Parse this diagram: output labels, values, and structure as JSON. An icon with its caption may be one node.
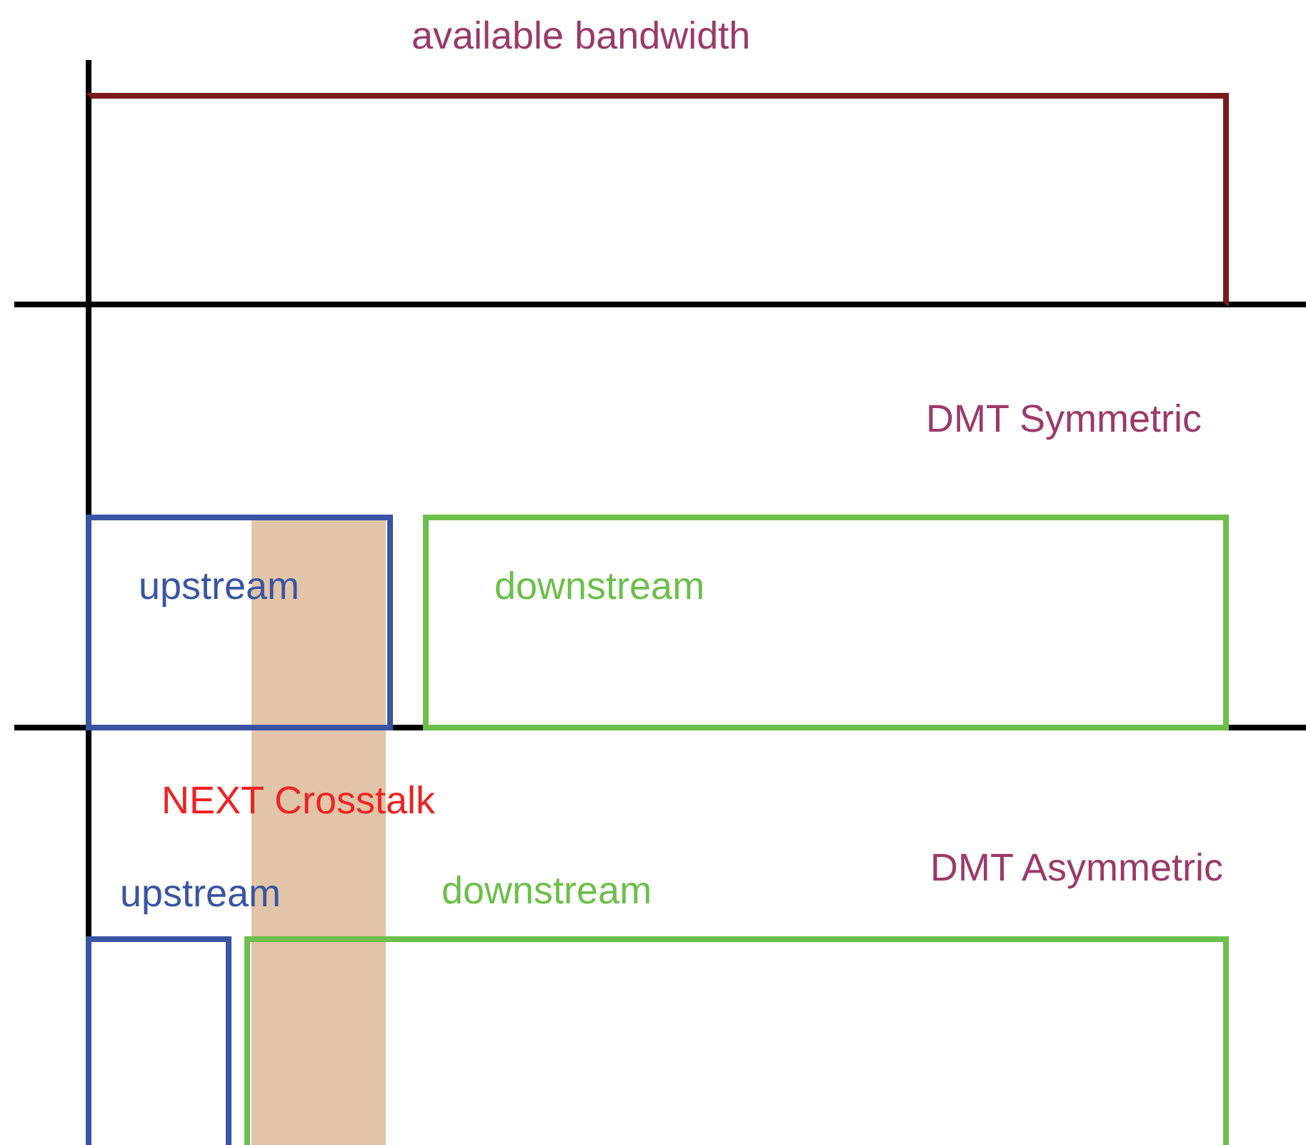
{
  "diagram": {
    "nodes": [
      {
        "text": [
          "available bandwidth"
        ]
      },
      {
        "text": [
          "upstream"
        ]
      },
      {
        "text": [
          "downstream"
        ]
      },
      {
        "text": [
          "NEXT Crosstalk"
        ]
      },
      {
        "text": [
          "upstream"
        ]
      },
      {
        "text": [
          "downstream"
        ]
      }
    ],
    "labels": [
      "DMT Symmetric",
      "DMT Asymmetric"
    ]
  }
}
